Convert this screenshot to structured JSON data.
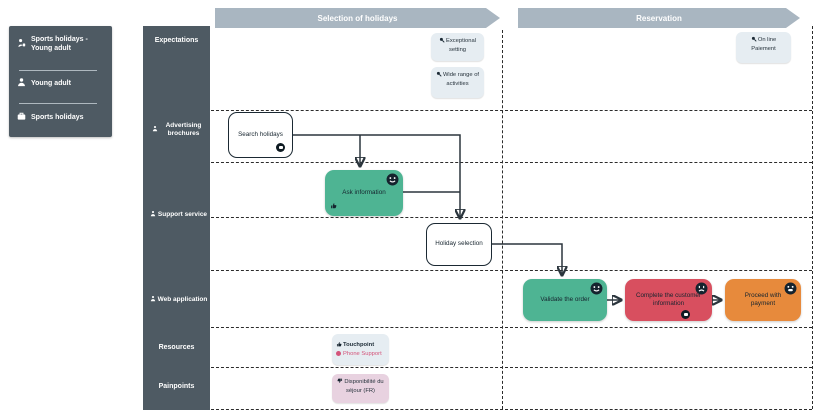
{
  "colors": {
    "dark_slate": "#4e5a63",
    "phase_bar": "#a9b6c1",
    "card_bg": "#e6edf2",
    "green_node": "#4eb493",
    "red_node": "#d84f5f",
    "orange_node": "#e78a3c",
    "painpoint_bg": "#e8d2e0",
    "phone_pink": "#d4547a",
    "connector_line": "#2b353d"
  },
  "legend_panel": {
    "items": [
      {
        "icon": "persona-journey-icon",
        "label": "Sports holidays - Young adult"
      },
      {
        "icon": "person-icon",
        "label": "Young adult"
      },
      {
        "icon": "briefcase-icon",
        "label": "Sports holidays"
      }
    ]
  },
  "phases": [
    {
      "label": "Selection of holidays"
    },
    {
      "label": "Reservation"
    }
  ],
  "rows": {
    "expectations": "Expectations",
    "advertising": "Advertising brochures",
    "support": "Support service",
    "web": "Web application",
    "resources": "Resources",
    "painpoints": "Painpoints"
  },
  "expectation_cards": [
    {
      "icon": "expectation-icon",
      "text": "Exceptional setting"
    },
    {
      "icon": "expectation-icon",
      "text": "Wide range of activities"
    },
    {
      "icon": "expectation-icon",
      "text": "On line Paiement"
    }
  ],
  "tasks": {
    "search": {
      "label": "Search holidays"
    },
    "ask": {
      "label": "Ask information"
    },
    "holiday": {
      "label": "Holiday selection"
    },
    "validate": {
      "label": "Validate the order"
    },
    "complete": {
      "label": "Complete the customer information"
    },
    "proceed": {
      "label": "Proceed with payment"
    }
  },
  "resources_card": {
    "touchpoint_icon": "touchpoint-icon",
    "touchpoint_label": "Touchpoint",
    "phone_dot_icon": "phone-touchpoint-dot",
    "phone_label": "Phone Support"
  },
  "painpoint_card": {
    "icon": "painpoint-icon",
    "text": "Disponibilité du séjour (FR)"
  }
}
